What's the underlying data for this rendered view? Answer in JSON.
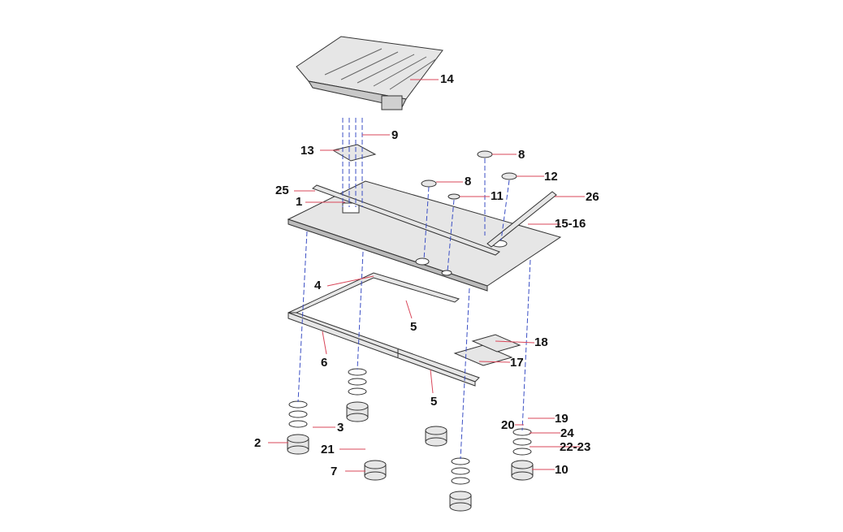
{
  "diagram": {
    "type": "exploded-parts-view",
    "colors": {
      "leader": "#d9475a",
      "axis": "#3b4fc4",
      "part_stroke": "#333333",
      "part_fill": "#e6e6e6"
    },
    "callouts": [
      {
        "id": "14",
        "text": "14"
      },
      {
        "id": "9",
        "text": "9"
      },
      {
        "id": "13",
        "text": "13"
      },
      {
        "id": "8a",
        "text": "8"
      },
      {
        "id": "8b",
        "text": "8"
      },
      {
        "id": "12",
        "text": "12"
      },
      {
        "id": "11",
        "text": "11"
      },
      {
        "id": "25",
        "text": "25"
      },
      {
        "id": "1",
        "text": "1"
      },
      {
        "id": "26",
        "text": "26"
      },
      {
        "id": "15-16",
        "text": "15-16"
      },
      {
        "id": "4",
        "text": "4"
      },
      {
        "id": "5a",
        "text": "5"
      },
      {
        "id": "18",
        "text": "18"
      },
      {
        "id": "17",
        "text": "17"
      },
      {
        "id": "6",
        "text": "6"
      },
      {
        "id": "5b",
        "text": "5"
      },
      {
        "id": "19",
        "text": "19"
      },
      {
        "id": "20",
        "text": "20"
      },
      {
        "id": "24",
        "text": "24"
      },
      {
        "id": "3",
        "text": "3"
      },
      {
        "id": "2",
        "text": "2"
      },
      {
        "id": "22-23",
        "text": "22-23"
      },
      {
        "id": "21",
        "text": "21"
      },
      {
        "id": "7",
        "text": "7"
      },
      {
        "id": "10",
        "text": "10"
      }
    ]
  }
}
